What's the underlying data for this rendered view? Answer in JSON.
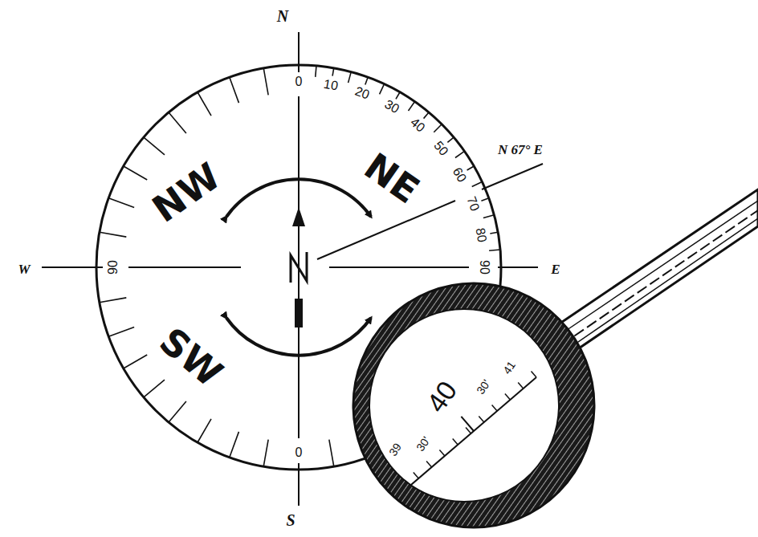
{
  "diagram": {
    "labels": [
      "N",
      "NW",
      "NE",
      "0",
      "10",
      "20",
      "30",
      "40",
      "50",
      "60",
      "70",
      "80",
      "90",
      "N 67° E",
      "W",
      "90",
      "E",
      "SW",
      "0",
      "41",
      "30'",
      "40",
      "30'",
      "39",
      "S"
    ]
  }
}
